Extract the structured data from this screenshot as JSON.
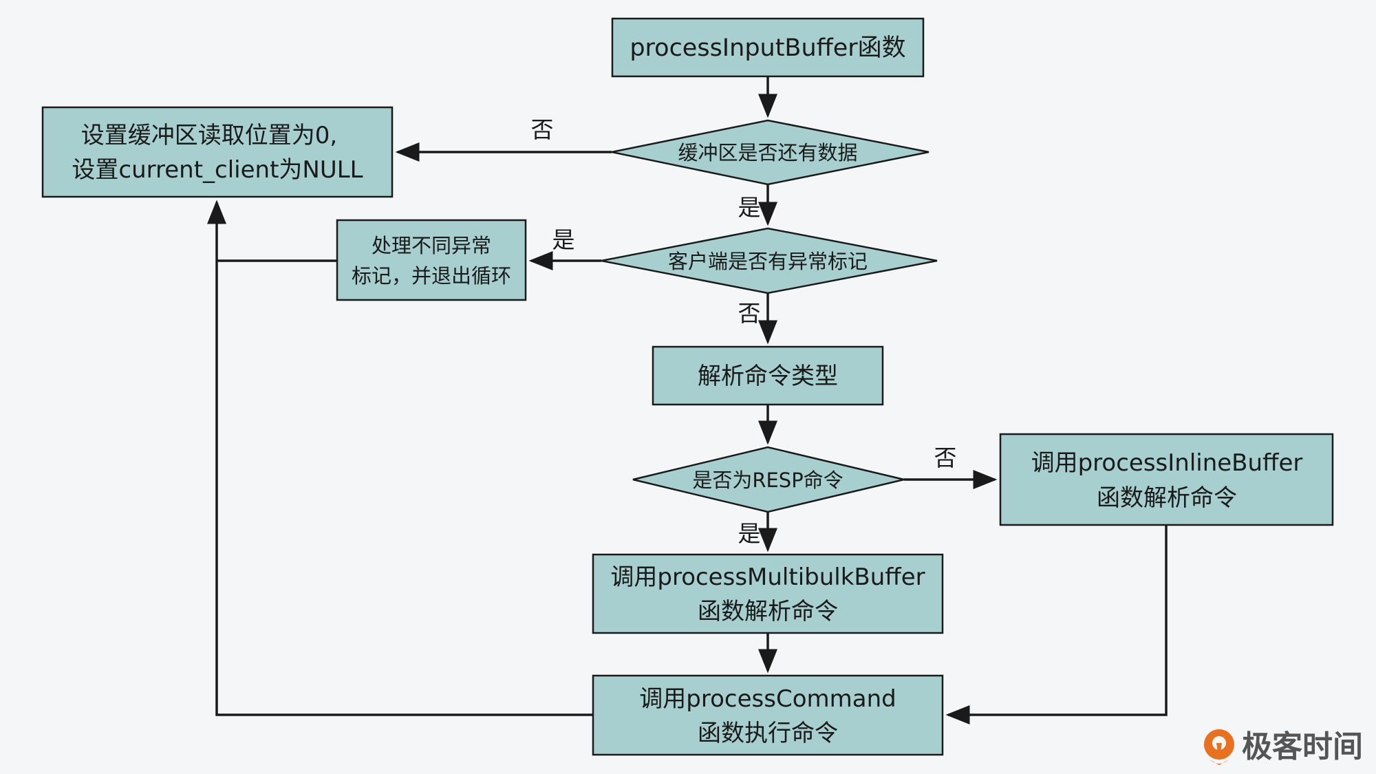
{
  "colors": {
    "node_fill": "#a8cfd0",
    "stroke": "#1a1a1a",
    "background": "#f4f6f8",
    "logo_orange": "#e8701e"
  },
  "nodes": {
    "start": {
      "lines": [
        "processInputBuffer函数"
      ]
    },
    "has_data": {
      "lines": [
        "缓冲区是否还有数据"
      ]
    },
    "reset": {
      "lines": [
        "设置缓冲区读取位置为0,",
        "设置current_client为NULL"
      ]
    },
    "abnormal_check": {
      "lines": [
        "客户端是否有异常标记"
      ]
    },
    "abnormal_handle": {
      "lines": [
        "处理不同异常",
        "标记，并退出循环"
      ]
    },
    "parse_type": {
      "lines": [
        "解析命令类型"
      ]
    },
    "is_resp": {
      "lines": [
        "是否为RESP命令"
      ]
    },
    "inline": {
      "lines": [
        "调用processInlineBuffer",
        "函数解析命令"
      ]
    },
    "multibulk": {
      "lines": [
        "调用processMultibulkBuffer",
        "函数解析命令"
      ]
    },
    "command": {
      "lines": [
        "调用processCommand",
        "函数执行命令"
      ]
    }
  },
  "edge_labels": {
    "has_data_no": "否",
    "has_data_yes": "是",
    "abnormal_yes": "是",
    "abnormal_no": "否",
    "resp_no": "否",
    "resp_yes": "是"
  },
  "logo": {
    "text": "极客时间",
    "icon": "geektime-logo-icon"
  }
}
